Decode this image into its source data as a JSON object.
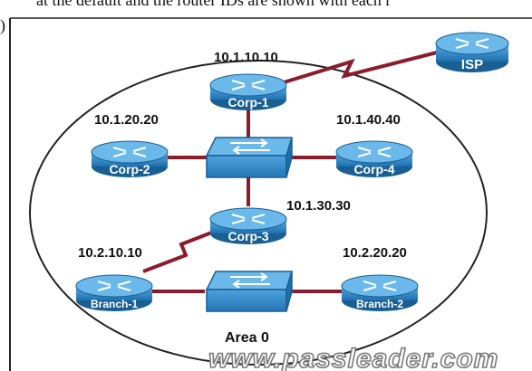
{
  "header": {
    "caption": "at the default and the router IDs are shown with each r",
    "left_mark": ")"
  },
  "area_label": "Area 0",
  "watermark": "www.passleader.com",
  "colors": {
    "router_fill": "#2f86c6",
    "router_dark": "#1a5f94",
    "link_color": "#8b1c2c",
    "switch_fill": "#3a8fcc",
    "ellipse_stroke": "#222222"
  },
  "devices": {
    "isp": {
      "label": "ISP",
      "icon": "router-icon"
    },
    "corp1": {
      "label": "Corp-1",
      "router_id": "10.1.10.10",
      "icon": "router-icon"
    },
    "corp2": {
      "label": "Corp-2",
      "router_id": "10.1.20.20",
      "icon": "router-icon"
    },
    "corp3": {
      "label": "Corp-3",
      "router_id": "10.1.30.30",
      "icon": "router-icon"
    },
    "corp4": {
      "label": "Corp-4",
      "router_id": "10.1.40.40",
      "icon": "router-icon"
    },
    "branch1": {
      "label": "Branch-1",
      "router_id": "10.2.10.10",
      "icon": "router-icon"
    },
    "branch2": {
      "label": "Branch-2",
      "router_id": "10.2.20.20",
      "icon": "router-icon"
    },
    "switch_top": {
      "icon": "switch-icon"
    },
    "switch_bottom": {
      "icon": "switch-icon"
    }
  }
}
